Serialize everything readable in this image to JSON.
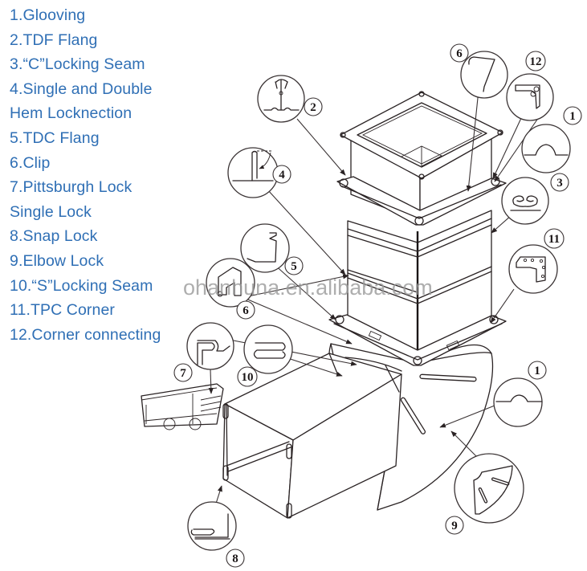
{
  "legend": {
    "color": "#2f6fb5",
    "items": [
      "1.Glooving",
      "2.TDF Flang",
      "3.“C”Locking Seam",
      "4.Single and Double",
      "Hem Locknection",
      "5.TDC Flang",
      "6.Clip",
      "7.Pittsburgh Lock",
      "Single Lock",
      "8.Snap Lock",
      "9.Elbow Lock",
      "10.“S”Locking Seam",
      "11.TPC Corner",
      "12.Corner connecting"
    ]
  },
  "callouts": {
    "grooving_top": "1",
    "tdf_flange": "2",
    "c_locking_seam": "3",
    "hem_lock": "4",
    "tdc_flange": "5",
    "clip_top": "6",
    "clip_left": "6",
    "pittsburgh_lock": "7",
    "snap_lock": "8",
    "elbow_lock": "9",
    "s_locking_seam": "10",
    "tpc_corner": "11",
    "corner_connecting": "12",
    "grooving_elbow": "1"
  },
  "watermark": "ohanhuna.en.alibaba.com"
}
